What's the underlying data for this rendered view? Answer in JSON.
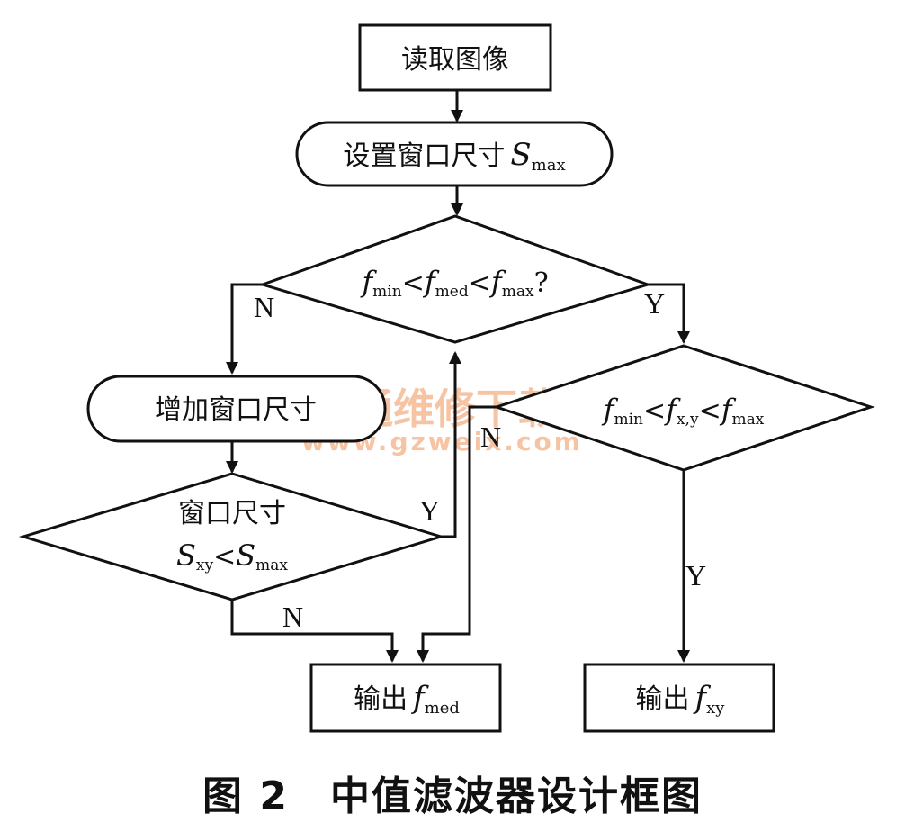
{
  "nodes": {
    "read_image": "读取图像",
    "set_window": {
      "prefix": "设置窗口尺寸",
      "var": "S",
      "sub": "max"
    },
    "cond1": {
      "a": "f",
      "a_sub": "min",
      "b": "f",
      "b_sub": "med",
      "c": "f",
      "c_sub": "max",
      "suffix": "?"
    },
    "increase_window": "增加窗口尺寸",
    "cond2": {
      "line1": "窗口尺寸",
      "a": "S",
      "a_sub": "xy",
      "b": "S",
      "b_sub": "max"
    },
    "cond3": {
      "a": "f",
      "a_sub": "min",
      "b": "f",
      "b_sub": "x,y",
      "c": "f",
      "c_sub": "max"
    },
    "out_med": {
      "prefix": "输出",
      "var": "f",
      "sub": "med"
    },
    "out_xy": {
      "prefix": "输出",
      "var": "f",
      "sub": "xy"
    }
  },
  "edge_labels": {
    "cond1_no": "N",
    "cond1_yes": "Y",
    "cond2_yes": "Y",
    "cond2_no": "N",
    "cond3_no": "N",
    "cond3_yes": "Y"
  },
  "watermark": {
    "line1": "精通维修下载",
    "line2": "www.gzweix.com",
    "color": "#f4b183"
  },
  "caption": "图 2　中值滤波器设计框图"
}
